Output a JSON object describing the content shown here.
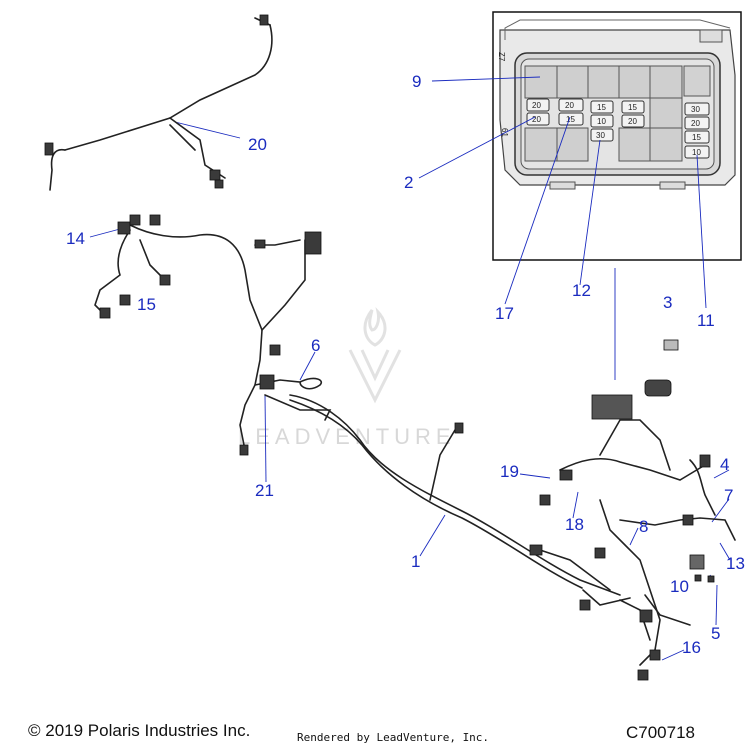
{
  "callouts": {
    "c1": "1",
    "c2": "2",
    "c3": "3",
    "c4": "4",
    "c5": "5",
    "c6": "6",
    "c7": "7",
    "c8": "8",
    "c9": "9",
    "c10": "10",
    "c11": "11",
    "c12": "12",
    "c13": "13",
    "c14": "14",
    "c15": "15",
    "c16": "16",
    "c17": "17",
    "c18": "18",
    "c19": "19",
    "c20": "20",
    "c21": "21"
  },
  "fuse_box": {
    "header_text": "Z7",
    "side_text": "61",
    "fuses": {
      "f1": "20",
      "f2": "20",
      "f3": "15",
      "f4": "15",
      "f5": "30",
      "f6": "20",
      "f7": "15",
      "f8": "10",
      "f9": "20",
      "f10": "20",
      "f11": "30",
      "f12": "15",
      "f13": "10"
    }
  },
  "watermark": "LEADVENTURE",
  "footer": {
    "copyright": "© 2019 Polaris Industries Inc.",
    "rendered_by": "Rendered by LeadVenture, Inc.",
    "code": "C700718"
  },
  "colors": {
    "callout": "#1a2bbf",
    "line": "#222222",
    "panel": "#d8d8d8"
  }
}
